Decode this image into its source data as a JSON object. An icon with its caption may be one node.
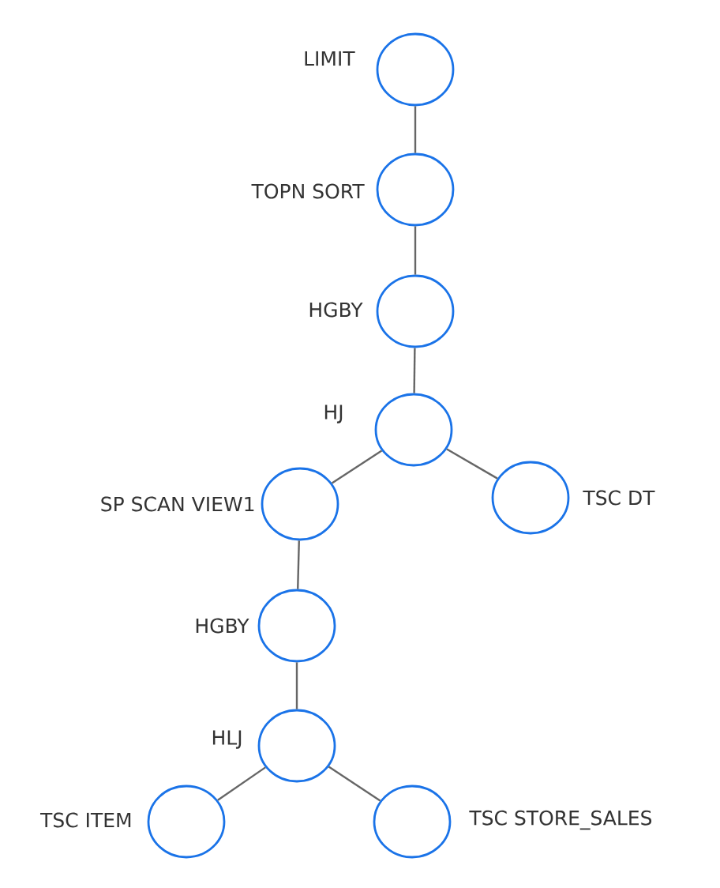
{
  "diagram": {
    "nodes": [
      {
        "text": [],
        "shape": "circle",
        "beside": [
          "LIMIT"
        ]
      },
      {
        "text": [],
        "shape": "circle",
        "beside": [
          "TOPN SORT"
        ]
      },
      {
        "text": [],
        "shape": "circle",
        "beside": [
          "HGBY"
        ]
      },
      {
        "text": [],
        "shape": "circle",
        "beside": [
          "HJ"
        ]
      },
      {
        "text": [],
        "shape": "circle",
        "beside": [
          "SP SCAN VIEW1"
        ]
      },
      {
        "text": [],
        "shape": "circle",
        "beside": [
          "TSC DT"
        ]
      },
      {
        "text": [],
        "shape": "circle",
        "beside": [
          "HGBY"
        ]
      },
      {
        "text": [],
        "shape": "circle",
        "beside": [
          "HLJ"
        ]
      },
      {
        "text": [],
        "shape": "circle",
        "beside": [
          "TSC ITEM"
        ]
      },
      {
        "text": [],
        "shape": "circle",
        "beside": [
          "TSC STORE_SALES"
        ]
      }
    ],
    "edges": [
      {
        "from": 0,
        "to": 1,
        "arrow": "none"
      },
      {
        "from": 1,
        "to": 2,
        "arrow": "none"
      },
      {
        "from": 2,
        "to": 3,
        "arrow": "none"
      },
      {
        "from": 3,
        "to": 4,
        "arrow": "none"
      },
      {
        "from": 3,
        "to": 5,
        "arrow": "none"
      },
      {
        "from": 4,
        "to": 6,
        "arrow": "none"
      },
      {
        "from": 6,
        "to": 7,
        "arrow": "none"
      },
      {
        "from": 7,
        "to": 8,
        "arrow": "none"
      },
      {
        "from": 7,
        "to": 9,
        "arrow": "none"
      }
    ]
  }
}
